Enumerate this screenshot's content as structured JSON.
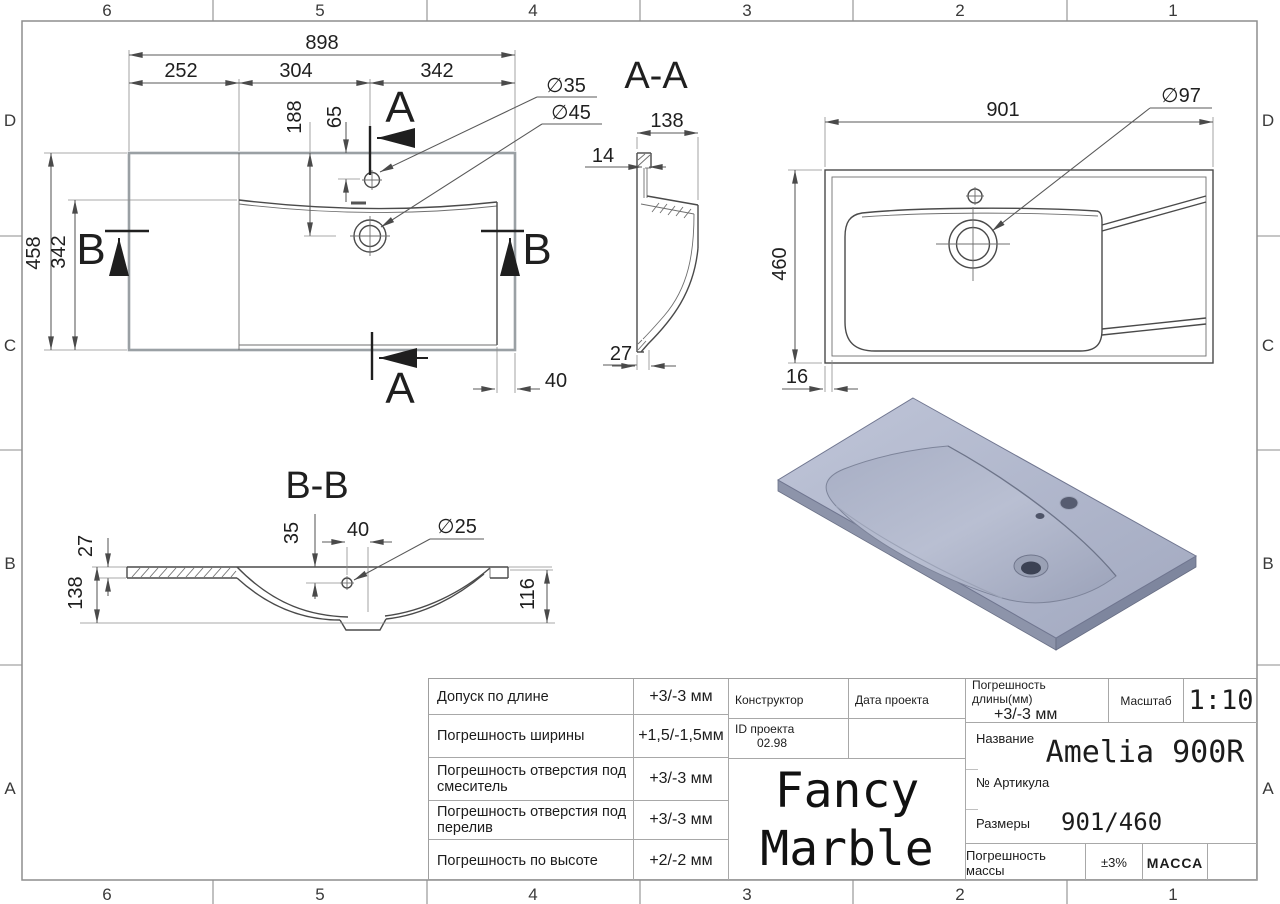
{
  "grid": {
    "cols": [
      "6",
      "5",
      "4",
      "3",
      "2",
      "1"
    ],
    "rows": [
      "D",
      "C",
      "B",
      "A"
    ]
  },
  "top_view": {
    "d898": "898",
    "d252": "252",
    "d304": "304",
    "d342t": "342",
    "d188": "188",
    "d65": "65",
    "d458": "458",
    "d342l": "342",
    "d40": "40",
    "c35": "∅35",
    "c45": "∅45",
    "sA": "A",
    "sB": "B"
  },
  "aa": {
    "title": "A-A",
    "d138": "138",
    "d14": "14",
    "d27": "27"
  },
  "rv": {
    "d901": "901",
    "d460": "460",
    "d16": "16",
    "c97": "∅97"
  },
  "bb": {
    "title": "B-B",
    "d27": "27",
    "d138": "138",
    "d35": "35",
    "d40": "40",
    "d116": "116",
    "c25": "∅25"
  },
  "tb": {
    "tolerances": [
      {
        "label": "Допуск по длине",
        "value": "+3/-3 мм"
      },
      {
        "label": "Погрешность ширины",
        "value": "+1,5/-1,5мм"
      },
      {
        "label": "Погрешность отверстия под смеситель",
        "value": "+3/-3 мм"
      },
      {
        "label": "Погрешность отверстия под перелив",
        "value": "+3/-3 мм"
      },
      {
        "label": "Погрешность по высоте",
        "value": "+2/-2 мм"
      }
    ],
    "constructor_label": "Конструктор",
    "date_label": "Дата проекта",
    "project_id_label": "ID проекта",
    "project_id_value": "02.98",
    "brand_line1": "Fancy",
    "brand_line2": "Marble",
    "length_tol_label": "Погрешность длины(мм)",
    "length_tol_value": "+3/-3 мм",
    "scale_label": "Масштаб",
    "scale_value": "1:10",
    "name_label": "Название",
    "name_value": "Amelia 900R",
    "article_label": "№ Артикула",
    "sizes_label": "Размеры",
    "sizes_value": "901/460",
    "mass_tol_label": "Погрешность массы",
    "mass_tol_value": "±3%",
    "mass_label": "МАССА"
  }
}
